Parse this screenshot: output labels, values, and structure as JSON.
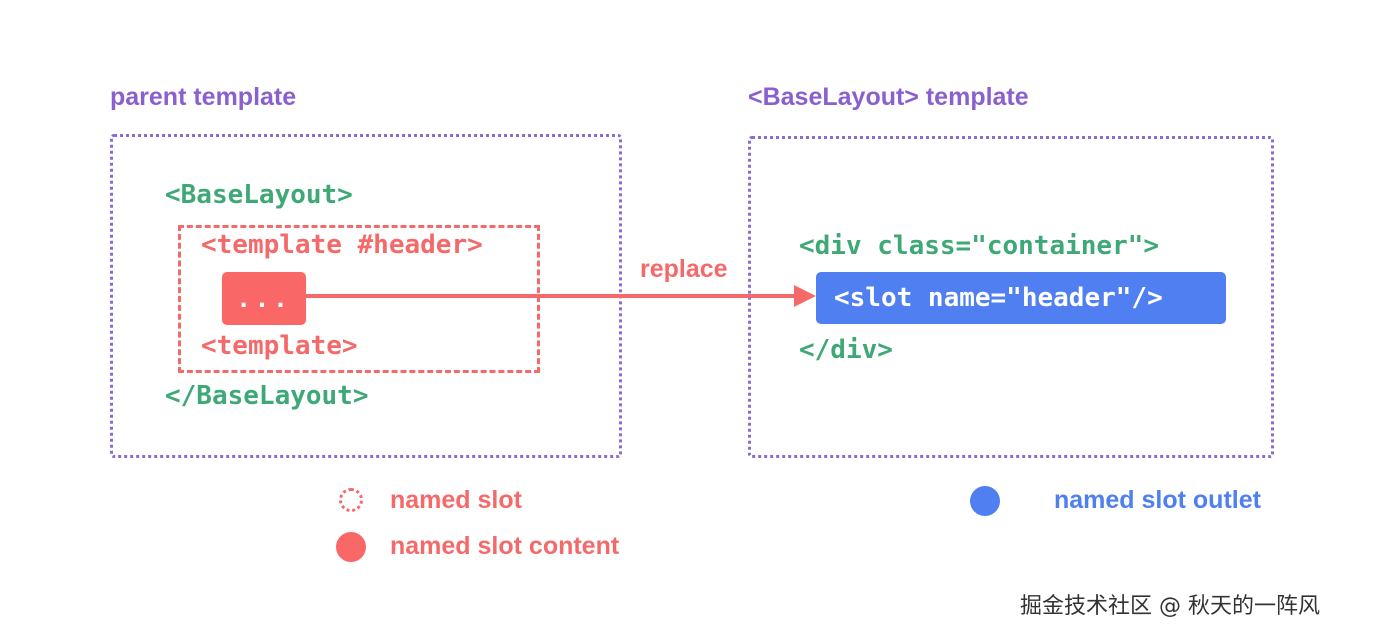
{
  "left_panel": {
    "heading": "parent template",
    "open_tag": "<BaseLayout>",
    "slot_open": "<template #header>",
    "slot_content": "...",
    "slot_close": "<template>",
    "close_tag": "</BaseLayout>"
  },
  "right_panel": {
    "heading": "<BaseLayout> template",
    "div_open": "<div class=\"container\">",
    "outlet": "<slot name=\"header\"/>",
    "div_close": "</div>"
  },
  "connector": {
    "label": "replace"
  },
  "legend": {
    "named_slot": "named slot",
    "named_slot_content": "named slot content",
    "named_slot_outlet": "named slot outlet"
  },
  "watermark": "掘金技术社区 @ 秋天的一阵风",
  "colors": {
    "purple": "#8a5fcf",
    "green": "#3fa877",
    "red": "#f46a6a",
    "blue": "#4f7ff0"
  }
}
